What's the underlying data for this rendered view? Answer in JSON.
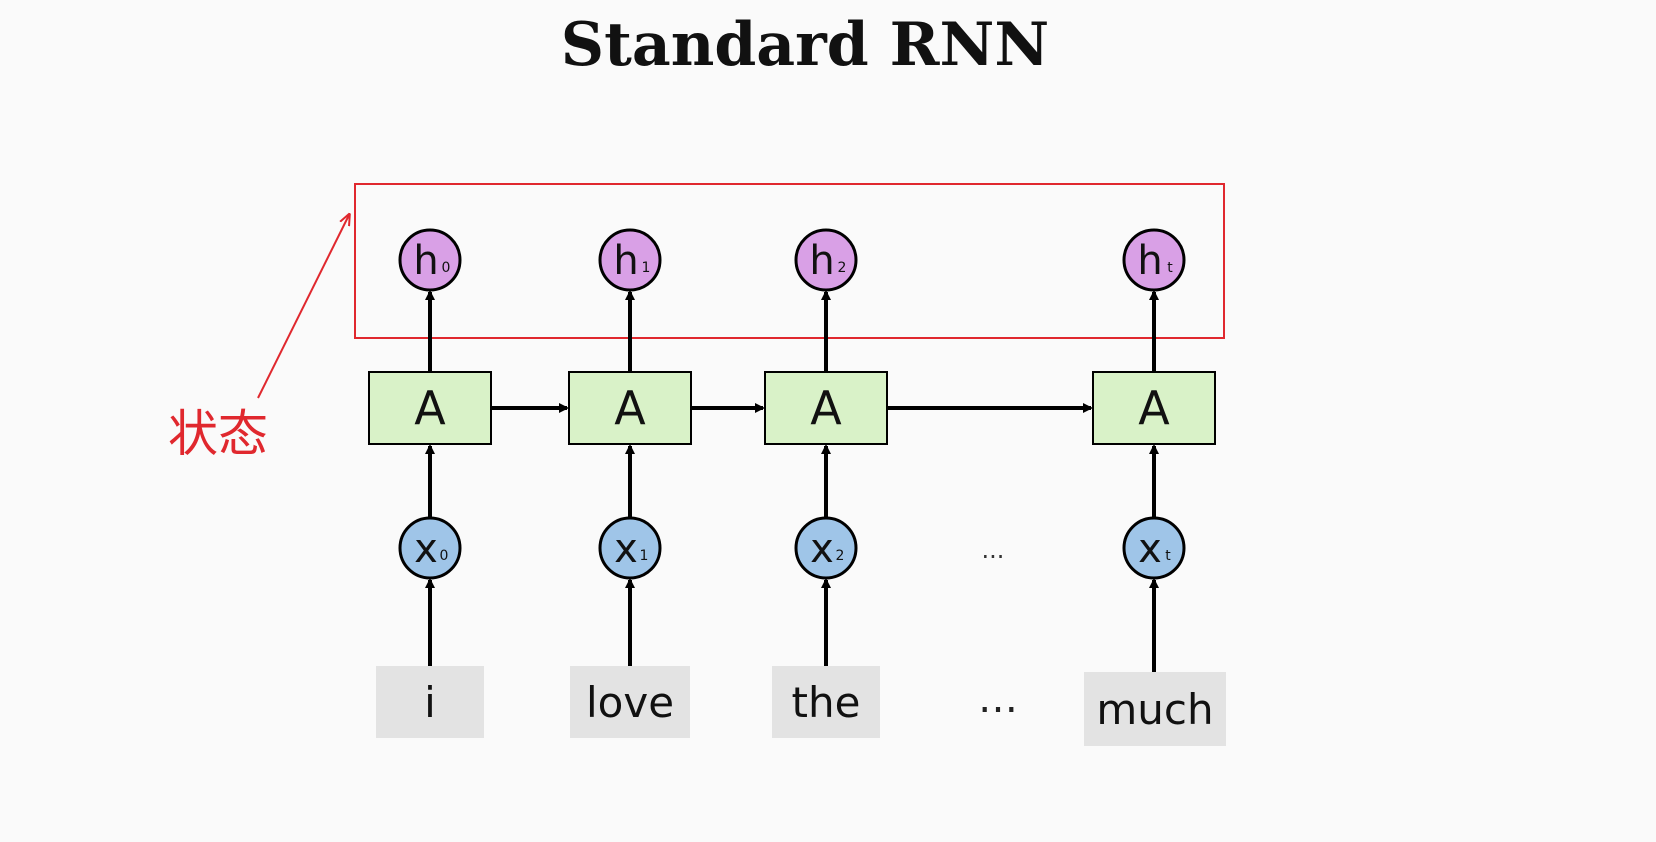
{
  "title": "Standard RNN",
  "annotation": "状态",
  "colors": {
    "hidden_fill": "#d9a0e6",
    "input_fill": "#9fc5e8",
    "cell_fill": "#d9f2c8",
    "word_fill": "#e3e3e3",
    "annotation": "#e0282e"
  },
  "steps": [
    {
      "h": "h",
      "h_sub": "0",
      "cell": "A",
      "x": "x",
      "x_sub": "0",
      "word": "i"
    },
    {
      "h": "h",
      "h_sub": "1",
      "cell": "A",
      "x": "x",
      "x_sub": "1",
      "word": "love"
    },
    {
      "h": "h",
      "h_sub": "2",
      "cell": "A",
      "x": "x",
      "x_sub": "2",
      "word": "the"
    },
    {
      "h": "h",
      "h_sub": "t",
      "cell": "A",
      "x": "x",
      "x_sub": "t",
      "word": "much"
    }
  ],
  "ellipsis_input": "...",
  "ellipsis_word": "…"
}
